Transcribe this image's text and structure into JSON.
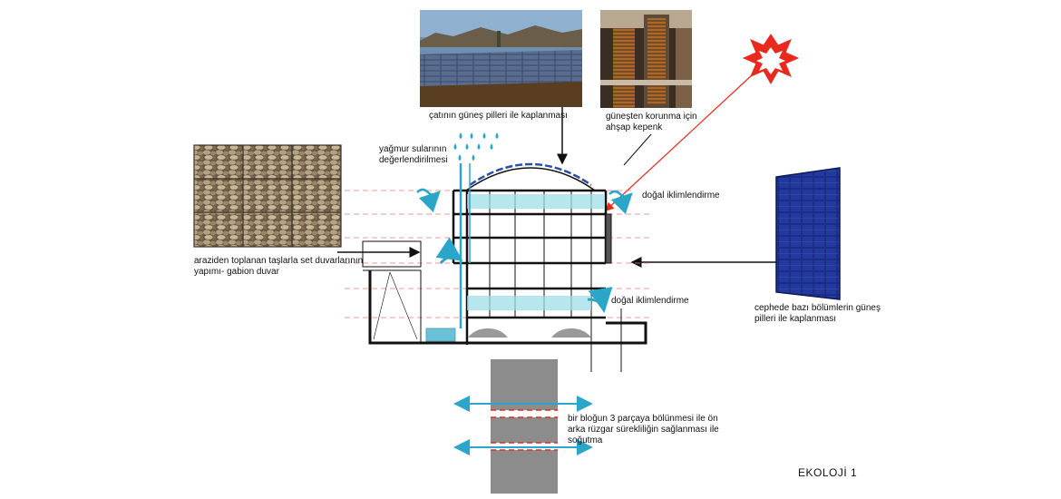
{
  "labels": {
    "roof_solar": "çatının güneş pilleri ile kaplanması",
    "wood_shutter": "güneşten korunma için\nahşap kepenk",
    "rainwater": "yağmur sularının\ndeğerlendirilmesi",
    "natural_ventilation_top": "doğal iklimlendirme",
    "natural_ventilation_bottom": "doğal iklimlendirme",
    "gabion": "araziden toplanan taşlarla set duvarlarının\nyapımı- gabion duvar",
    "facade_solar": "cephede bazı bölümlerin güneş\npilleri ile kaplanması",
    "block_split": "bir bloğun 3 parçaya bölünmesi ile ön\narka rüzgar sürekliliğin sağlanması ile\nsoğutma",
    "sheet_title": "EKOLOJİ 1"
  },
  "colors": {
    "water_blue": "#2aa7c8",
    "sun_red": "#e8291c",
    "pv_blue": "#1d2f7a",
    "stone": "#8a7a63",
    "ink": "#111111"
  },
  "icons": [
    "sun-burst-icon",
    "rain-drops-icon",
    "wind-arrow-icon",
    "gabion-stone-image",
    "roof-solar-photo",
    "wood-shutter-photo",
    "pv-panel-image"
  ]
}
